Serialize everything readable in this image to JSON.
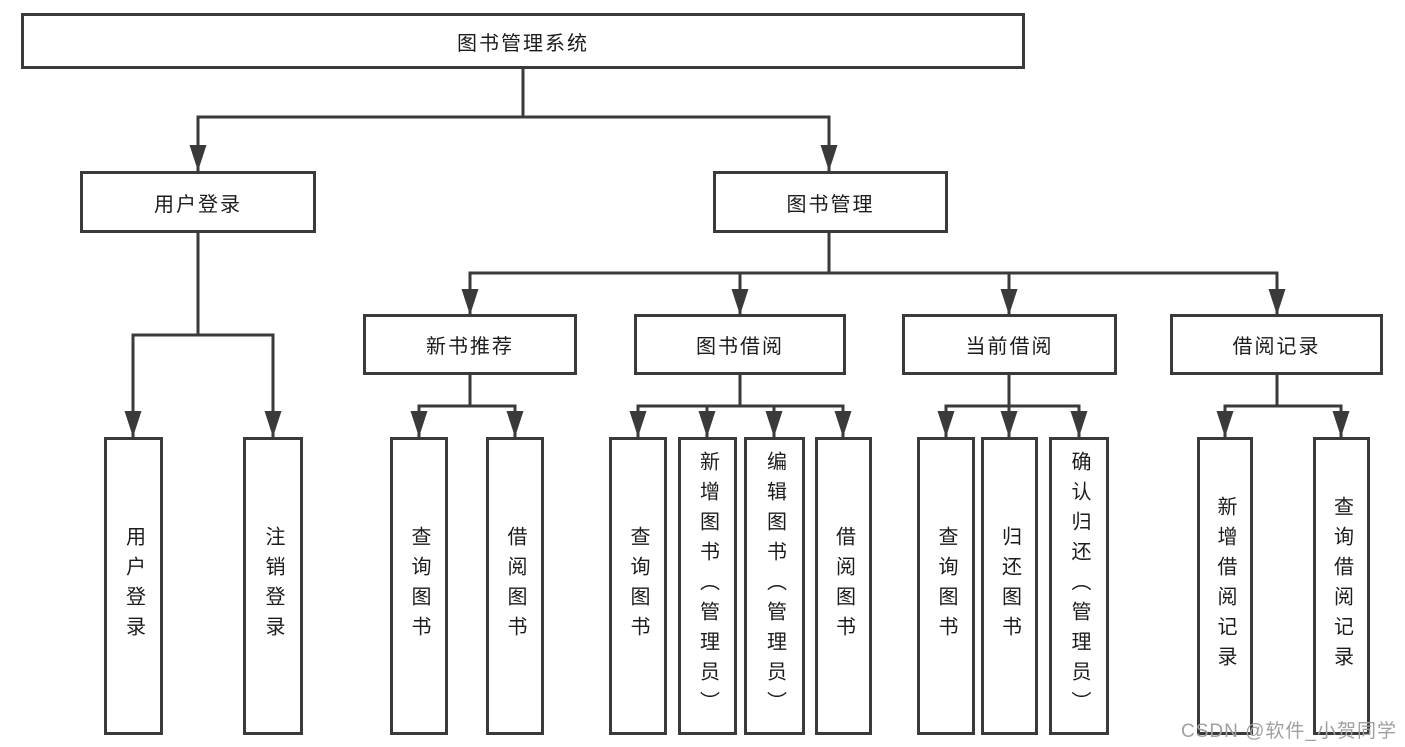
{
  "tree": {
    "label": "图书管理系统",
    "children": [
      {
        "label": "用户登录",
        "children": [
          {
            "label": "用户登录"
          },
          {
            "label": "注销登录"
          }
        ]
      },
      {
        "label": "图书管理",
        "children": [
          {
            "label": "新书推荐",
            "children": [
              {
                "label": "查询图书"
              },
              {
                "label": "借阅图书"
              }
            ]
          },
          {
            "label": "图书借阅",
            "children": [
              {
                "label": "查询图书"
              },
              {
                "label": "新增图书（管理员）"
              },
              {
                "label": "编辑图书（管理员）"
              },
              {
                "label": "借阅图书"
              }
            ]
          },
          {
            "label": "当前借阅",
            "children": [
              {
                "label": "查询图书"
              },
              {
                "label": "归还图书"
              },
              {
                "label": "确认归还（管理员）"
              }
            ]
          },
          {
            "label": "借阅记录",
            "children": [
              {
                "label": "新增借阅记录"
              },
              {
                "label": "查询借阅记录"
              }
            ]
          }
        ]
      }
    ]
  },
  "watermark": {
    "text": "CSDN @软件_小贺同学"
  },
  "colors": {
    "line": "#3a3a3a",
    "text": "#1c1c1c",
    "watermark": "#a0a0a0",
    "background": "#ffffff"
  }
}
